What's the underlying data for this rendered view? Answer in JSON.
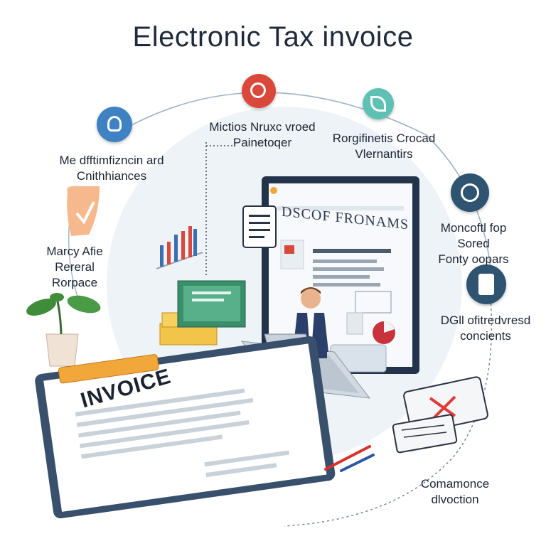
{
  "title": "Electronic Tax invoice",
  "labels": {
    "top_center": "Mictios Nruxc vroed\nPainetoqer",
    "top_right": "Rorgifinetis Crocad\nVlernantirs",
    "left_upper": "Me dfftimfizncin ard\nCnithhiances",
    "left_lower": "Marcy Afie Rereral\nRorpace",
    "right_upper": "Moncoftl fop Sored\nFonty oopars",
    "right_lower": "DGll ofitredvresd\nconcients",
    "bottom_right": "Comamonce dlvoction"
  },
  "screen_heading": "DSCOF FRONAMS",
  "invoice_heading": "INVOICE",
  "colors": {
    "node_red": "#d9483b",
    "node_blue": "#3f82c4",
    "node_teal": "#5ec1b4",
    "node_navy": "#2f5472",
    "accent_orange": "#f2a73b",
    "chart_red": "#d9483b"
  },
  "icons": {
    "node_red": "target-icon",
    "node_blue": "badge-icon",
    "node_teal": "leaf-icon",
    "node_navy_upper": "tools-icon",
    "node_navy_lower": "document-icon"
  }
}
